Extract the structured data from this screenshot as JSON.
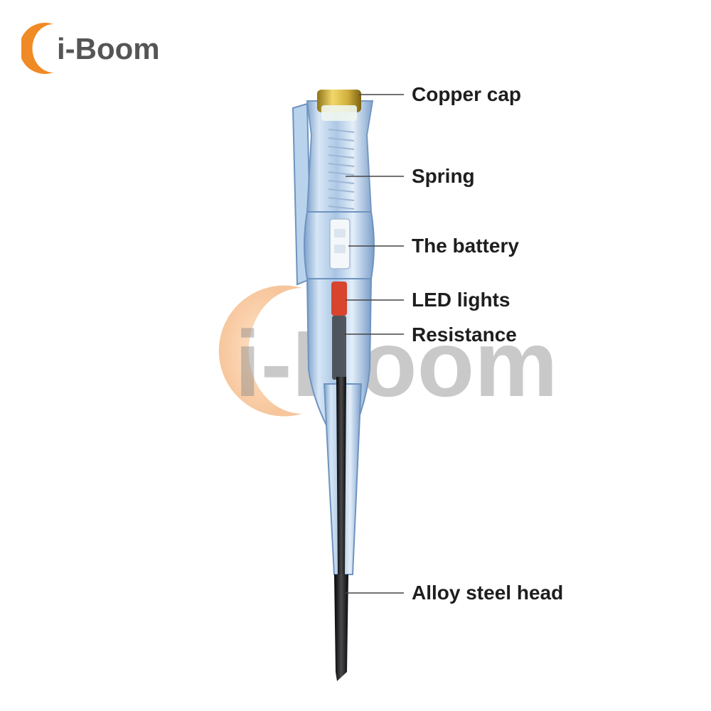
{
  "brand": {
    "name": "i-Boom",
    "accent": "#f08a24",
    "text_color": "#555555"
  },
  "callouts": [
    {
      "id": "copper-cap",
      "label": "Copper cap"
    },
    {
      "id": "spring",
      "label": "Spring"
    },
    {
      "id": "battery",
      "label": "The battery"
    },
    {
      "id": "led-lights",
      "label": "LED lights"
    },
    {
      "id": "resistance",
      "label": "Resistance"
    },
    {
      "id": "alloy-steel-head",
      "label": "Alloy steel head"
    }
  ],
  "colors": {
    "body": "#b9d3ec",
    "body_edge": "#6e93bf",
    "copper": "#d9b84a",
    "led": "#d8442e",
    "resistor": "#3d3f44",
    "shaft": "#1c1c1e"
  }
}
